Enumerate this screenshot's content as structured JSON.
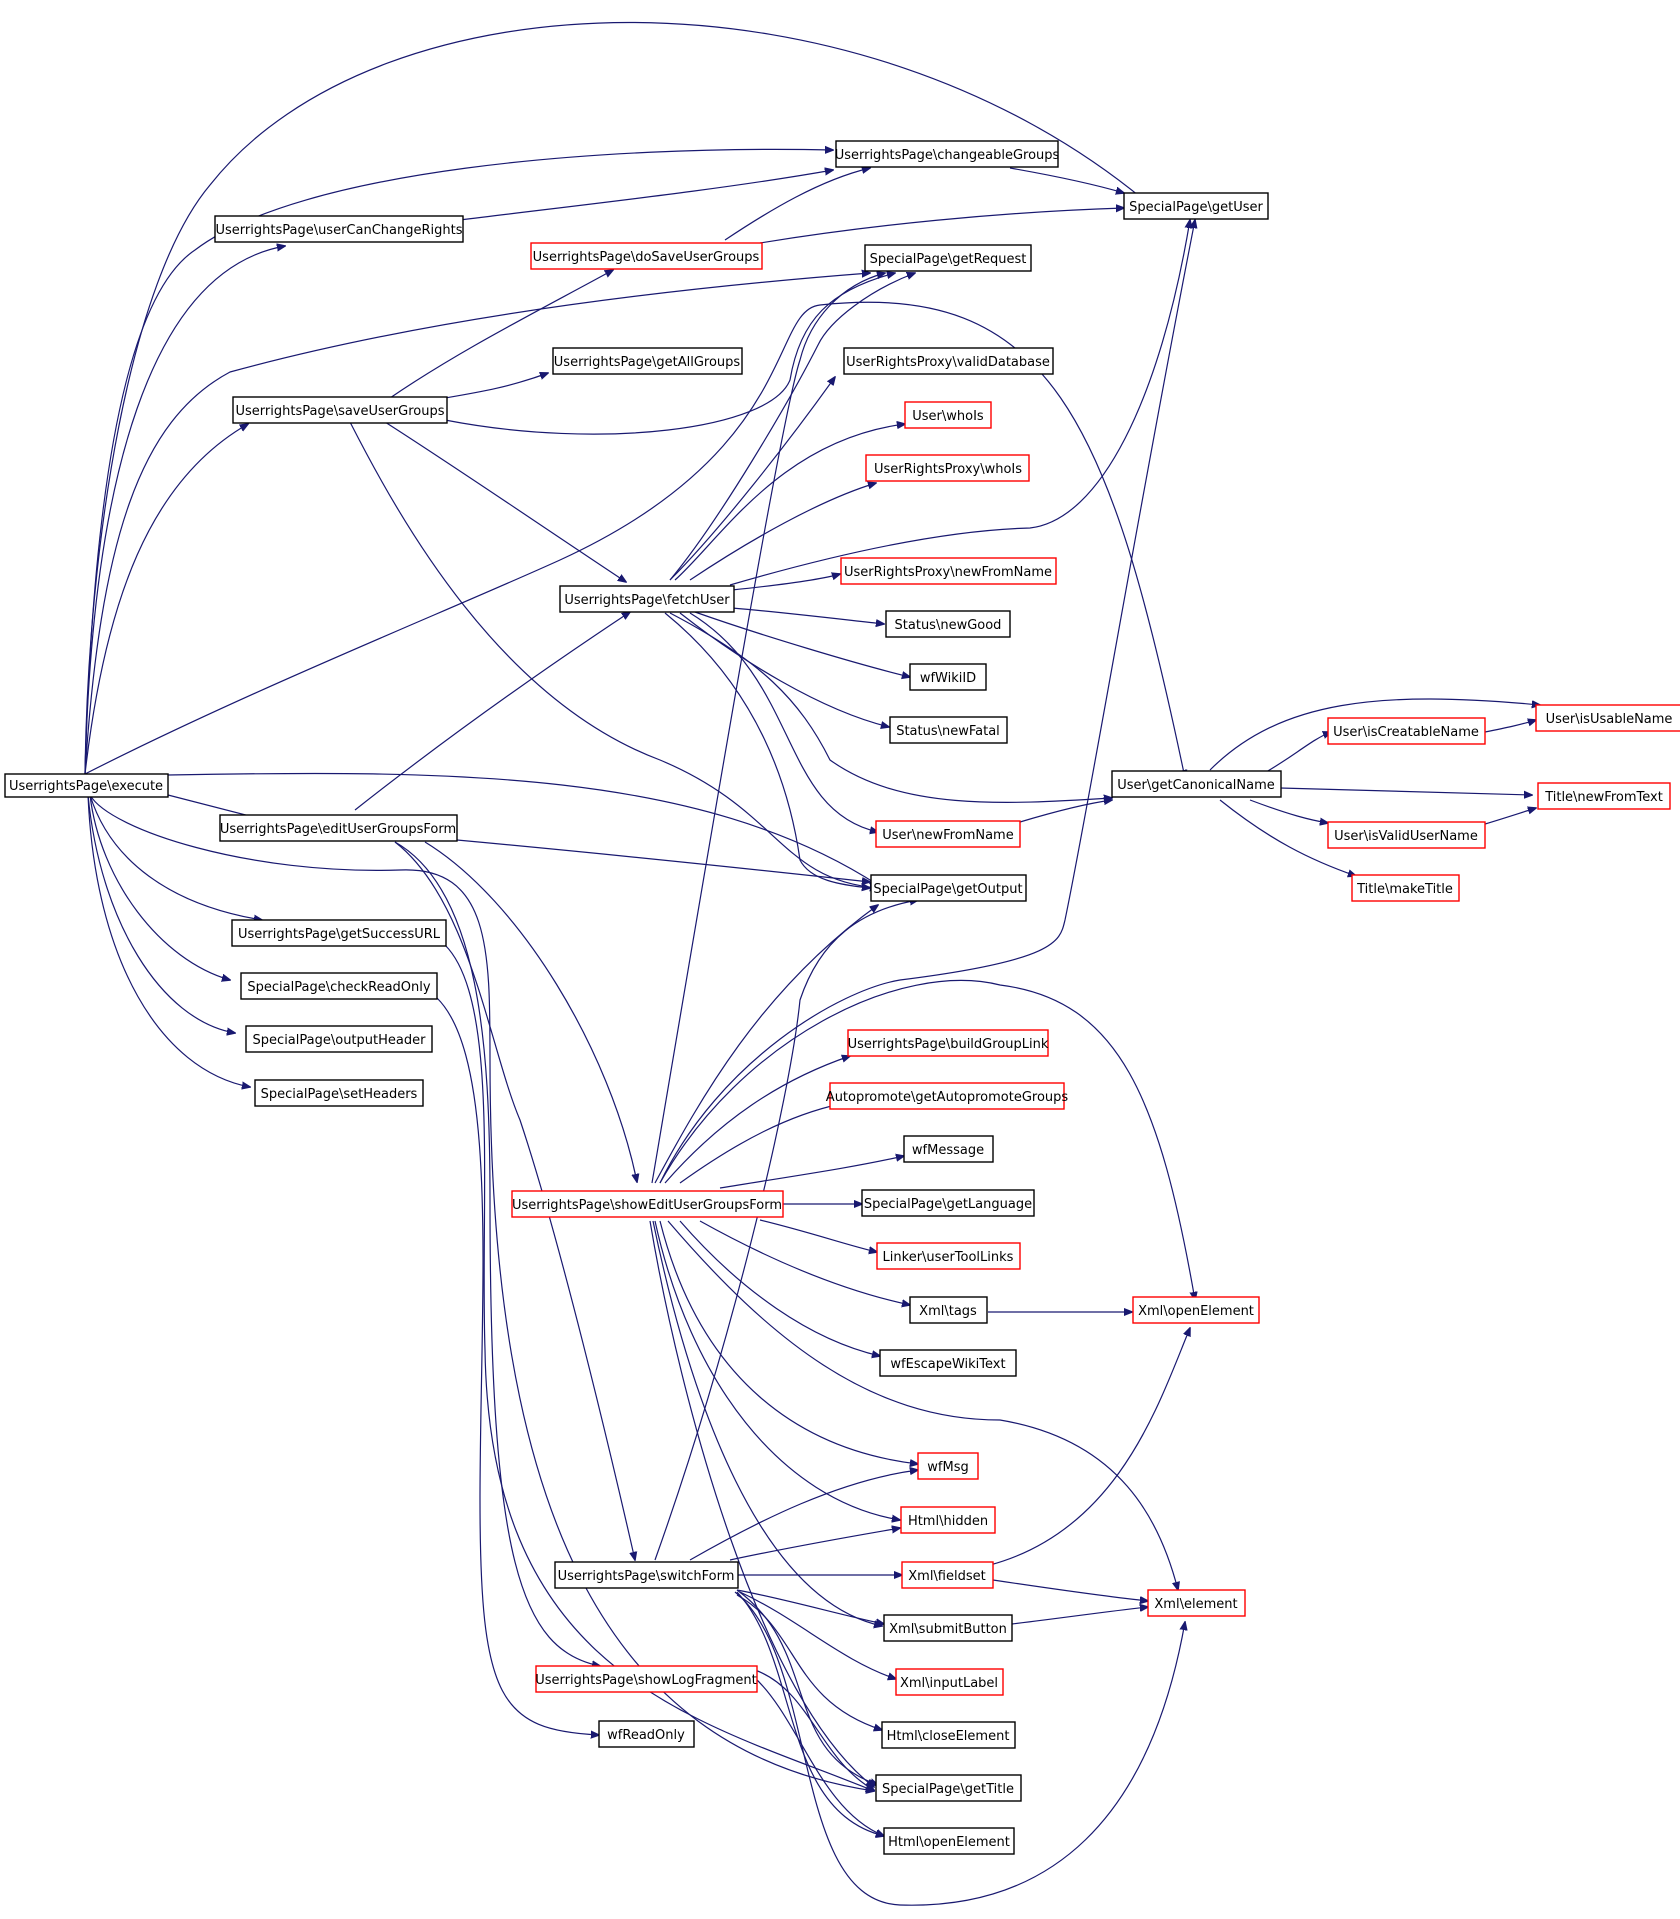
{
  "colors": {
    "edge": "#191970",
    "node_border_default": "#000000",
    "node_border_undocumented": "#ff0000",
    "node_fill_root": "#bfbfbf",
    "node_fill": "#ffffff"
  },
  "nodes": [
    {
      "id": "execute",
      "label": "UserrightsPage\\execute",
      "style": "root"
    },
    {
      "id": "changeableGroups",
      "label": "UserrightsPage\\changeableGroups",
      "style": "black"
    },
    {
      "id": "getUser",
      "label": "SpecialPage\\getUser",
      "style": "black"
    },
    {
      "id": "userCanChangeRights",
      "label": "UserrightsPage\\userCanChangeRights",
      "style": "black"
    },
    {
      "id": "doSaveUserGroups",
      "label": "UserrightsPage\\doSaveUserGroups",
      "style": "red"
    },
    {
      "id": "getRequest",
      "label": "SpecialPage\\getRequest",
      "style": "black"
    },
    {
      "id": "getAllGroups",
      "label": "UserrightsPage\\getAllGroups",
      "style": "black"
    },
    {
      "id": "validDatabase",
      "label": "UserRightsProxy\\validDatabase",
      "style": "black"
    },
    {
      "id": "saveUserGroups",
      "label": "UserrightsPage\\saveUserGroups",
      "style": "black"
    },
    {
      "id": "userWhoIs",
      "label": "User\\whoIs",
      "style": "red"
    },
    {
      "id": "proxyWhoIs",
      "label": "UserRightsProxy\\whoIs",
      "style": "red"
    },
    {
      "id": "proxyNewFromName",
      "label": "UserRightsProxy\\newFromName",
      "style": "red"
    },
    {
      "id": "fetchUser",
      "label": "UserrightsPage\\fetchUser",
      "style": "black"
    },
    {
      "id": "statusNewGood",
      "label": "Status\\newGood",
      "style": "black"
    },
    {
      "id": "wfWikiID",
      "label": "wfWikiID",
      "style": "black"
    },
    {
      "id": "statusNewFatal",
      "label": "Status\\newFatal",
      "style": "black"
    },
    {
      "id": "isUsableName",
      "label": "User\\isUsableName",
      "style": "red"
    },
    {
      "id": "isCreatableName",
      "label": "User\\isCreatableName",
      "style": "red"
    },
    {
      "id": "getCanonicalName",
      "label": "User\\getCanonicalName",
      "style": "black"
    },
    {
      "id": "titleNewFromText",
      "label": "Title\\newFromText",
      "style": "red"
    },
    {
      "id": "editUserGroupsForm",
      "label": "UserrightsPage\\editUserGroupsForm",
      "style": "black"
    },
    {
      "id": "userNewFromName",
      "label": "User\\newFromName",
      "style": "red"
    },
    {
      "id": "isValidUserName",
      "label": "User\\isValidUserName",
      "style": "red"
    },
    {
      "id": "getOutput",
      "label": "SpecialPage\\getOutput",
      "style": "black"
    },
    {
      "id": "makeTitle",
      "label": "Title\\makeTitle",
      "style": "red"
    },
    {
      "id": "getSuccessURL",
      "label": "UserrightsPage\\getSuccessURL",
      "style": "black"
    },
    {
      "id": "checkReadOnly",
      "label": "SpecialPage\\checkReadOnly",
      "style": "black"
    },
    {
      "id": "outputHeader",
      "label": "SpecialPage\\outputHeader",
      "style": "black"
    },
    {
      "id": "buildGroupLink",
      "label": "UserrightsPage\\buildGroupLink",
      "style": "red"
    },
    {
      "id": "setHeaders",
      "label": "SpecialPage\\setHeaders",
      "style": "black"
    },
    {
      "id": "getAutopromoteGroups",
      "label": "Autopromote\\getAutopromoteGroups",
      "style": "red"
    },
    {
      "id": "wfMessage",
      "label": "wfMessage",
      "style": "black"
    },
    {
      "id": "showEditUserGroupsForm",
      "label": "UserrightsPage\\showEditUserGroupsForm",
      "style": "red"
    },
    {
      "id": "getLanguage",
      "label": "SpecialPage\\getLanguage",
      "style": "black"
    },
    {
      "id": "userToolLinks",
      "label": "Linker\\userToolLinks",
      "style": "red"
    },
    {
      "id": "xmlTags",
      "label": "Xml\\tags",
      "style": "black"
    },
    {
      "id": "xmlOpenElement",
      "label": "Xml\\openElement",
      "style": "red"
    },
    {
      "id": "wfEscapeWikiText",
      "label": "wfEscapeWikiText",
      "style": "black"
    },
    {
      "id": "wfMsg",
      "label": "wfMsg",
      "style": "red"
    },
    {
      "id": "htmlHidden",
      "label": "Html\\hidden",
      "style": "red"
    },
    {
      "id": "switchForm",
      "label": "UserrightsPage\\switchForm",
      "style": "black"
    },
    {
      "id": "xmlFieldset",
      "label": "Xml\\fieldset",
      "style": "red"
    },
    {
      "id": "xmlElement",
      "label": "Xml\\element",
      "style": "red"
    },
    {
      "id": "submitButton",
      "label": "Xml\\submitButton",
      "style": "black"
    },
    {
      "id": "showLogFragment",
      "label": "UserrightsPage\\showLogFragment",
      "style": "red"
    },
    {
      "id": "inputLabel",
      "label": "Xml\\inputLabel",
      "style": "red"
    },
    {
      "id": "wfReadOnly",
      "label": "wfReadOnly",
      "style": "black"
    },
    {
      "id": "htmlCloseElement",
      "label": "Html\\closeElement",
      "style": "black"
    },
    {
      "id": "getTitle",
      "label": "SpecialPage\\getTitle",
      "style": "black"
    },
    {
      "id": "htmlOpenElement",
      "label": "Html\\openElement",
      "style": "black"
    }
  ]
}
